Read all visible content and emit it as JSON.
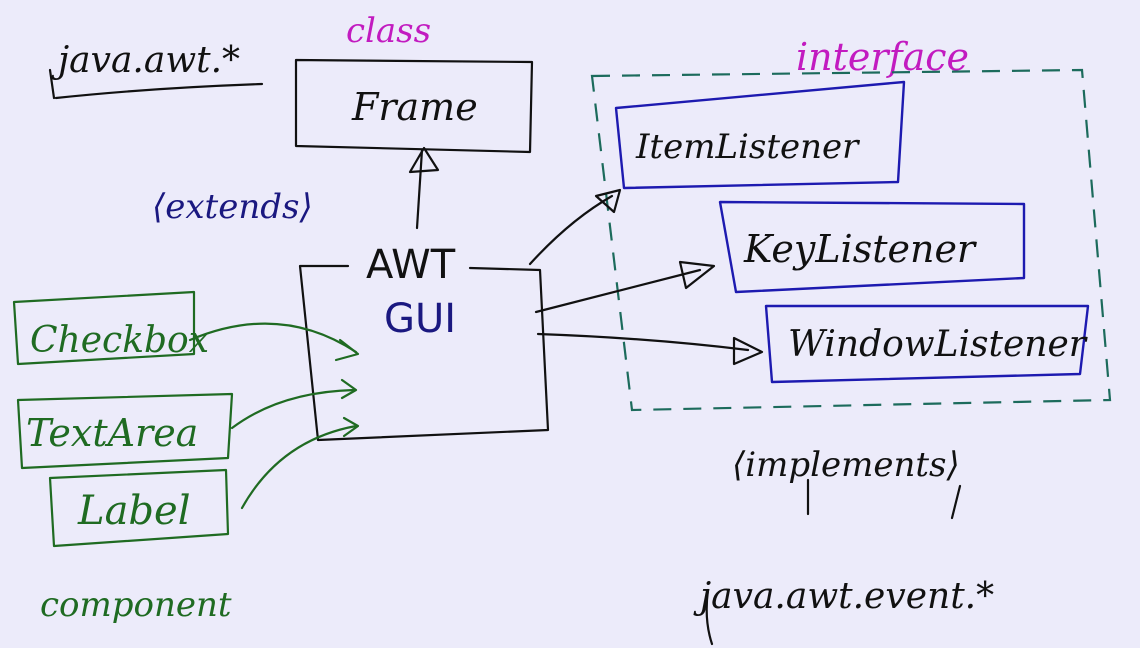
{
  "colors": {
    "background": "#ecebfa",
    "black_ink": "#111111",
    "magenta_ink": "#c21bc0",
    "navy_ink": "#1a1880",
    "blue_ink": "#1d1ab0",
    "green_ink": "#1f6b22",
    "teal_dash": "#1c6b5c"
  },
  "labels": {
    "package_awt": "java.awt.*",
    "class_heading": "class",
    "interface_heading": "interface",
    "extends": "⟨extends⟩",
    "implements": "⟨implements⟩",
    "component": "component",
    "package_event": "java.awt.event.*"
  },
  "boxes": {
    "frame": "Frame",
    "awt_gui_line1": "AWT",
    "awt_gui_line2": "GUI",
    "item_listener": "ItemListener",
    "key_listener": "KeyListener",
    "window_listener": "WindowListener",
    "checkbox": "Checkbox",
    "textarea": "TextArea",
    "label": "Label"
  }
}
